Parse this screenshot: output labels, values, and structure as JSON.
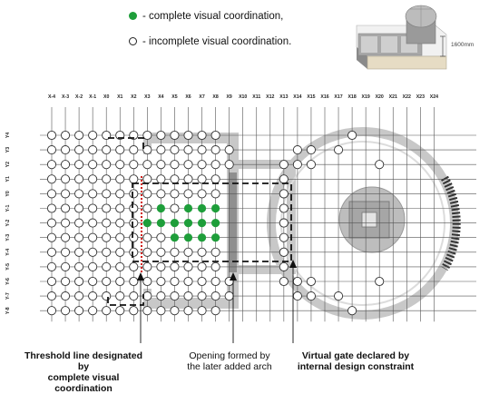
{
  "legend": {
    "complete": {
      "symbol": "●",
      "text": "- complete visual coordination,",
      "color": "#1e9e3a"
    },
    "incomplete": {
      "symbol": "○",
      "text": "- incomplete visual coordination."
    }
  },
  "inset": {
    "dimension_label": "1600mm"
  },
  "columns": [
    "X-4",
    "X-3",
    "X-2",
    "X-1",
    "X0",
    "X1",
    "X2",
    "X3",
    "X4",
    "X5",
    "X6",
    "X7",
    "X8",
    "X9",
    "X10",
    "X11",
    "X12",
    "X13",
    "X14",
    "X15",
    "X16",
    "X17",
    "X18",
    "X19",
    "X20",
    "X21",
    "X22",
    "X23",
    "X24"
  ],
  "rows": [
    "Y4",
    "Y3",
    "Y2",
    "Y1",
    "Y0",
    "Y-1",
    "Y-2",
    "Y-3",
    "Y-4",
    "Y-5",
    "Y-6",
    "Y-7",
    "Y-8"
  ],
  "annotations": {
    "threshold_line": "Threshold line designated by\ncomplete visual coordination",
    "opening": "Opening formed by\nthe later added arch",
    "virtual_gate": "Virtual gate declared by\ninternal design constraint"
  },
  "colors": {
    "green": "#1e9e3a",
    "threshold": "#d0211c",
    "wall": "#c8c8c8",
    "grid": "#555555"
  }
}
